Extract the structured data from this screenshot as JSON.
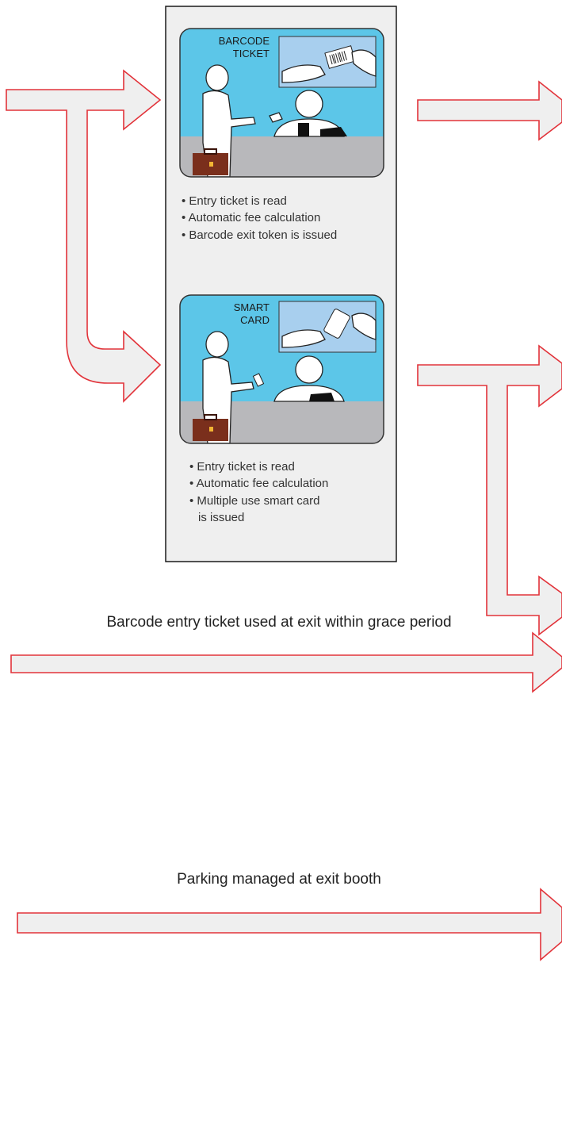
{
  "colors": {
    "arrow_stroke": "#e2333a",
    "arrow_fill": "#efefef",
    "panel_fill": "#efefef",
    "card_sky": "#5cc6e8",
    "card_floor": "#b8b8bb",
    "briefcase": "#7a2f1c"
  },
  "cards": [
    {
      "label_lines": [
        "BARCODE",
        "TICKET"
      ],
      "inset_icon": "barcode-ticket-icon",
      "bullets": [
        "• Entry ticket is read",
        "• Automatic fee calculation",
        "• Barcode exit token is issued"
      ]
    },
    {
      "label_lines": [
        "SMART",
        "CARD"
      ],
      "inset_icon": "smart-card-icon",
      "bullets": [
        "• Entry ticket is read",
        "• Automatic fee calculation",
        "• Multiple use smart card",
        "is issued"
      ]
    }
  ],
  "flows": [
    {
      "label": "Barcode entry ticket used at exit within grace period"
    },
    {
      "label": "Parking managed at exit booth"
    }
  ]
}
